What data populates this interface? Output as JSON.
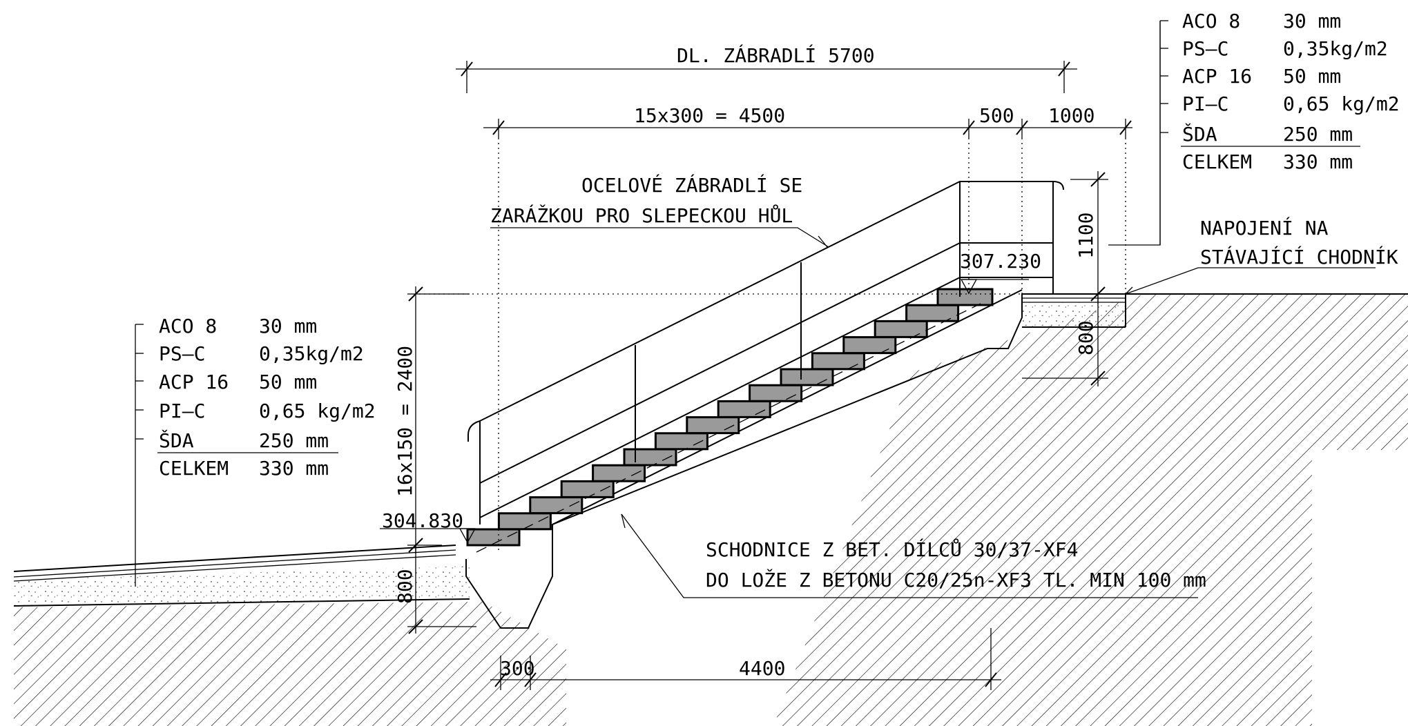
{
  "dimensions": {
    "railing_length": "DL. ZÁBRADLÍ 5700",
    "steps_run": "15x300 = 4500",
    "landing": "500",
    "approach": "1000",
    "handrail_height": "1100",
    "stair_rise": "16x150 = 2400",
    "foundation_depth_top": "800",
    "foundation_depth_bottom": "800",
    "bottom_offset": "300",
    "bottom_length": "4400"
  },
  "levels": {
    "top": "307.230",
    "bottom": "304.830"
  },
  "notes": {
    "railing": [
      "OCELOVÉ ZÁBRADLÍ SE",
      "ZARÁŽKOU PRO SLEPECKOU HŮL"
    ],
    "connection": [
      "NAPOJENÍ NA",
      "STÁVAJÍCÍ CHODNÍK"
    ],
    "stair_build": [
      "SCHODNICE Z BET. DÍLCŮ 30/37-XF4",
      "DO LOŽE Z BETONU C20/25n-XF3 TL. MIN 100 mm"
    ]
  },
  "composition_right": {
    "rows": [
      {
        "layer": "ACO 8",
        "value": "30 mm"
      },
      {
        "layer": "PS–C",
        "value": "0,35kg/m2"
      },
      {
        "layer": "ACP 16",
        "value": "50 mm"
      },
      {
        "layer": "PI–C",
        "value": "0,65 kg/m2"
      },
      {
        "layer": "ŠDA",
        "value": "250 mm"
      }
    ],
    "total": {
      "layer": "CELKEM",
      "value": "330 mm"
    }
  },
  "composition_left": {
    "rows": [
      {
        "layer": "ACO 8",
        "value": "30 mm"
      },
      {
        "layer": "PS–C",
        "value": "0,35kg/m2"
      },
      {
        "layer": "ACP 16",
        "value": "50 mm"
      },
      {
        "layer": "PI–C",
        "value": "0,65 kg/m2"
      },
      {
        "layer": "ŠDA",
        "value": "250 mm"
      }
    ],
    "total": {
      "layer": "CELKEM",
      "value": "330 mm"
    }
  }
}
